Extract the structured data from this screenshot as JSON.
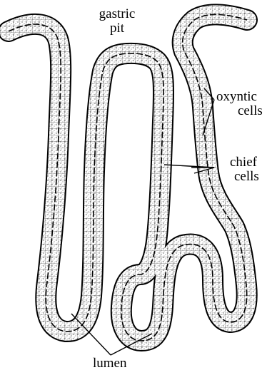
{
  "diagram": {
    "labels": {
      "gastric_pit": [
        "gastric",
        "pit"
      ],
      "oxyntic_cells": [
        "oxyntic",
        "cells"
      ],
      "chief_cells": [
        "chief",
        "cells"
      ],
      "lumen": "lumen"
    }
  }
}
